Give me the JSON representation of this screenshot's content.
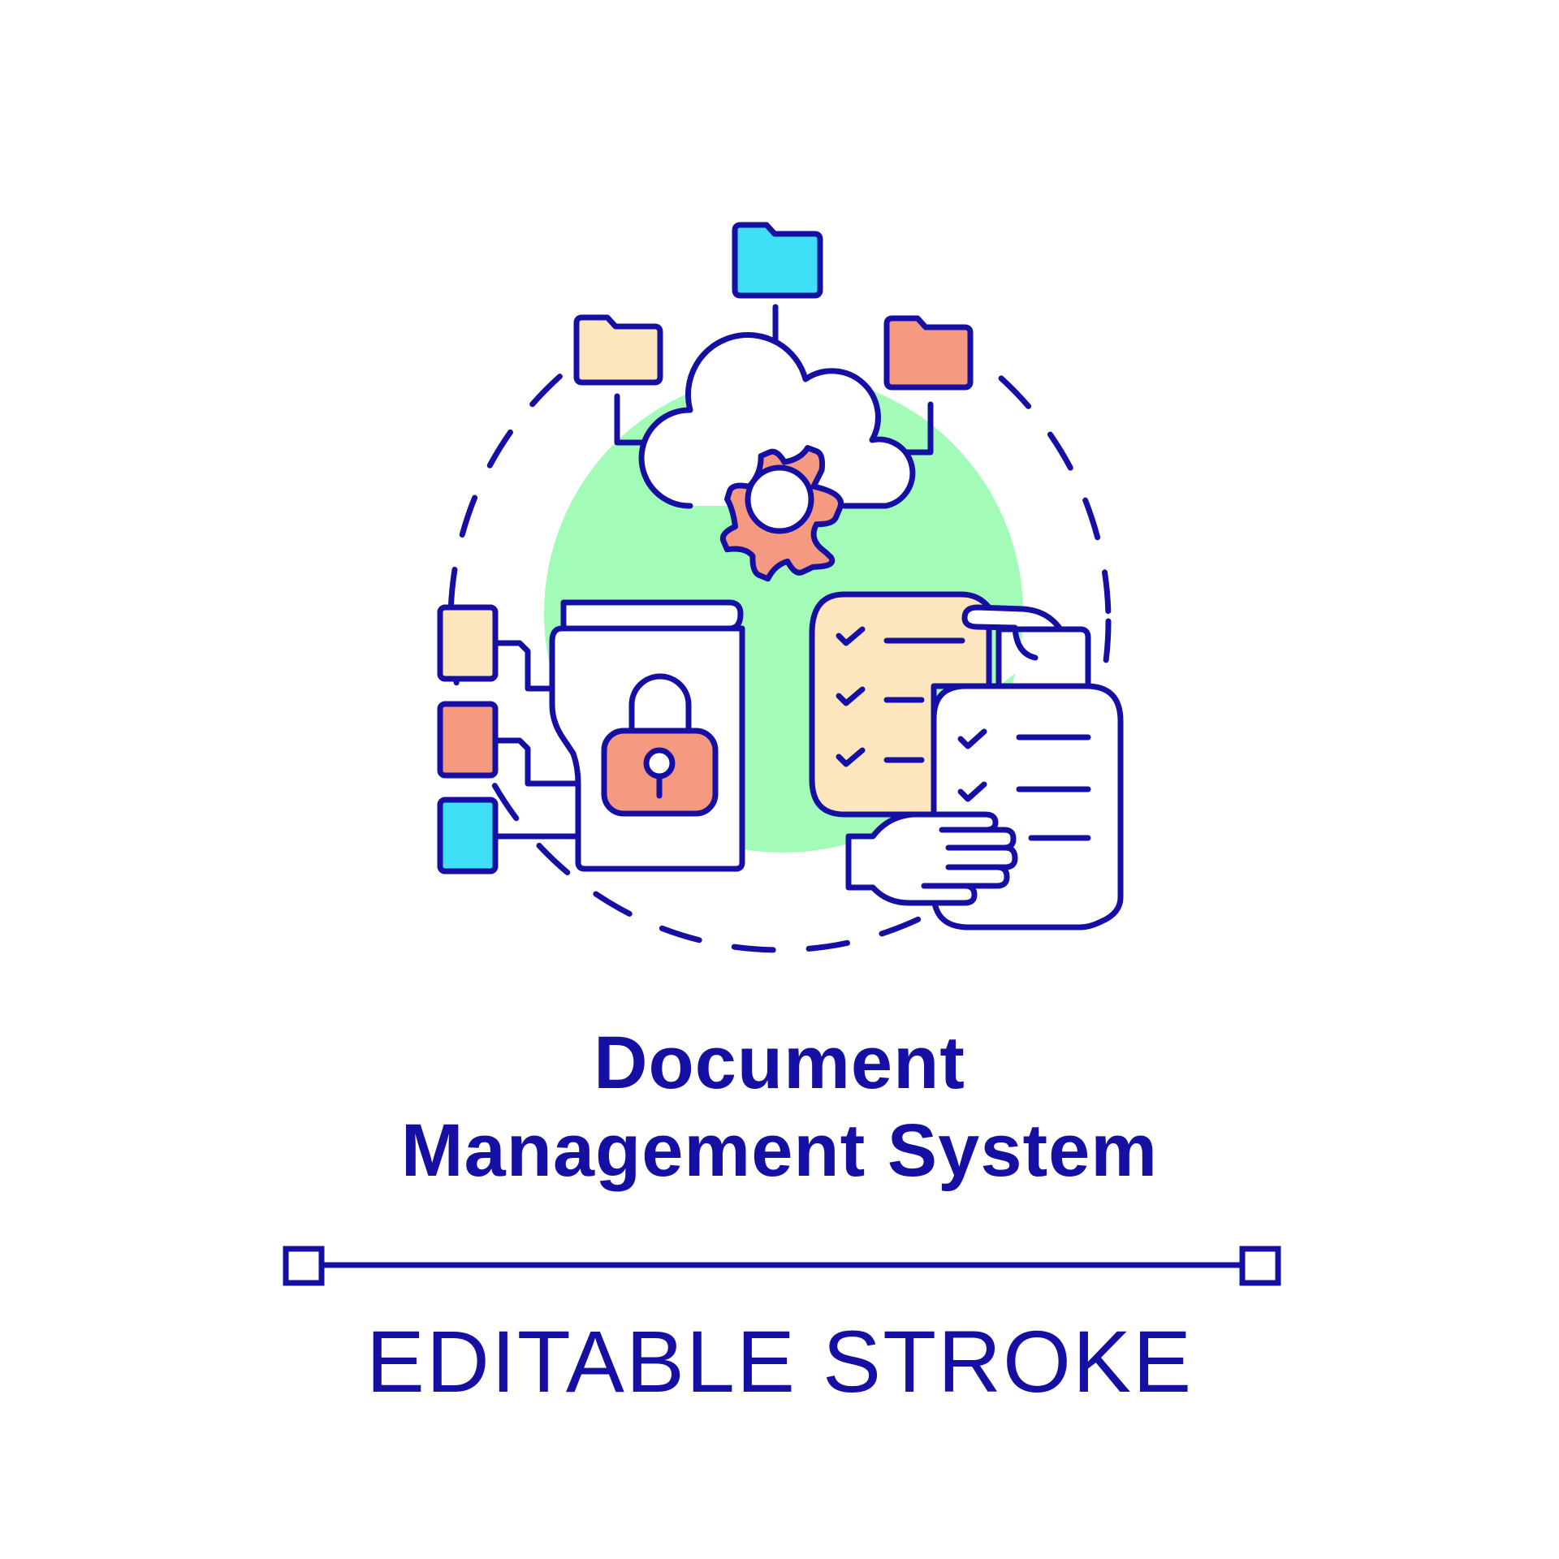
{
  "title": {
    "line1": "Document",
    "line2": "Management System"
  },
  "subtitle": "EDITABLE STROKE",
  "colors": {
    "stroke": "#1510a3",
    "green": "#a3fbb8",
    "cream": "#fde6bd",
    "salmon": "#f59a80",
    "cyan": "#3fdff7",
    "white": "#ffffff"
  },
  "icons": [
    "cloud-gear-icon",
    "folder-icon",
    "locked-document-icon",
    "checklist-icon",
    "hand-icon"
  ]
}
